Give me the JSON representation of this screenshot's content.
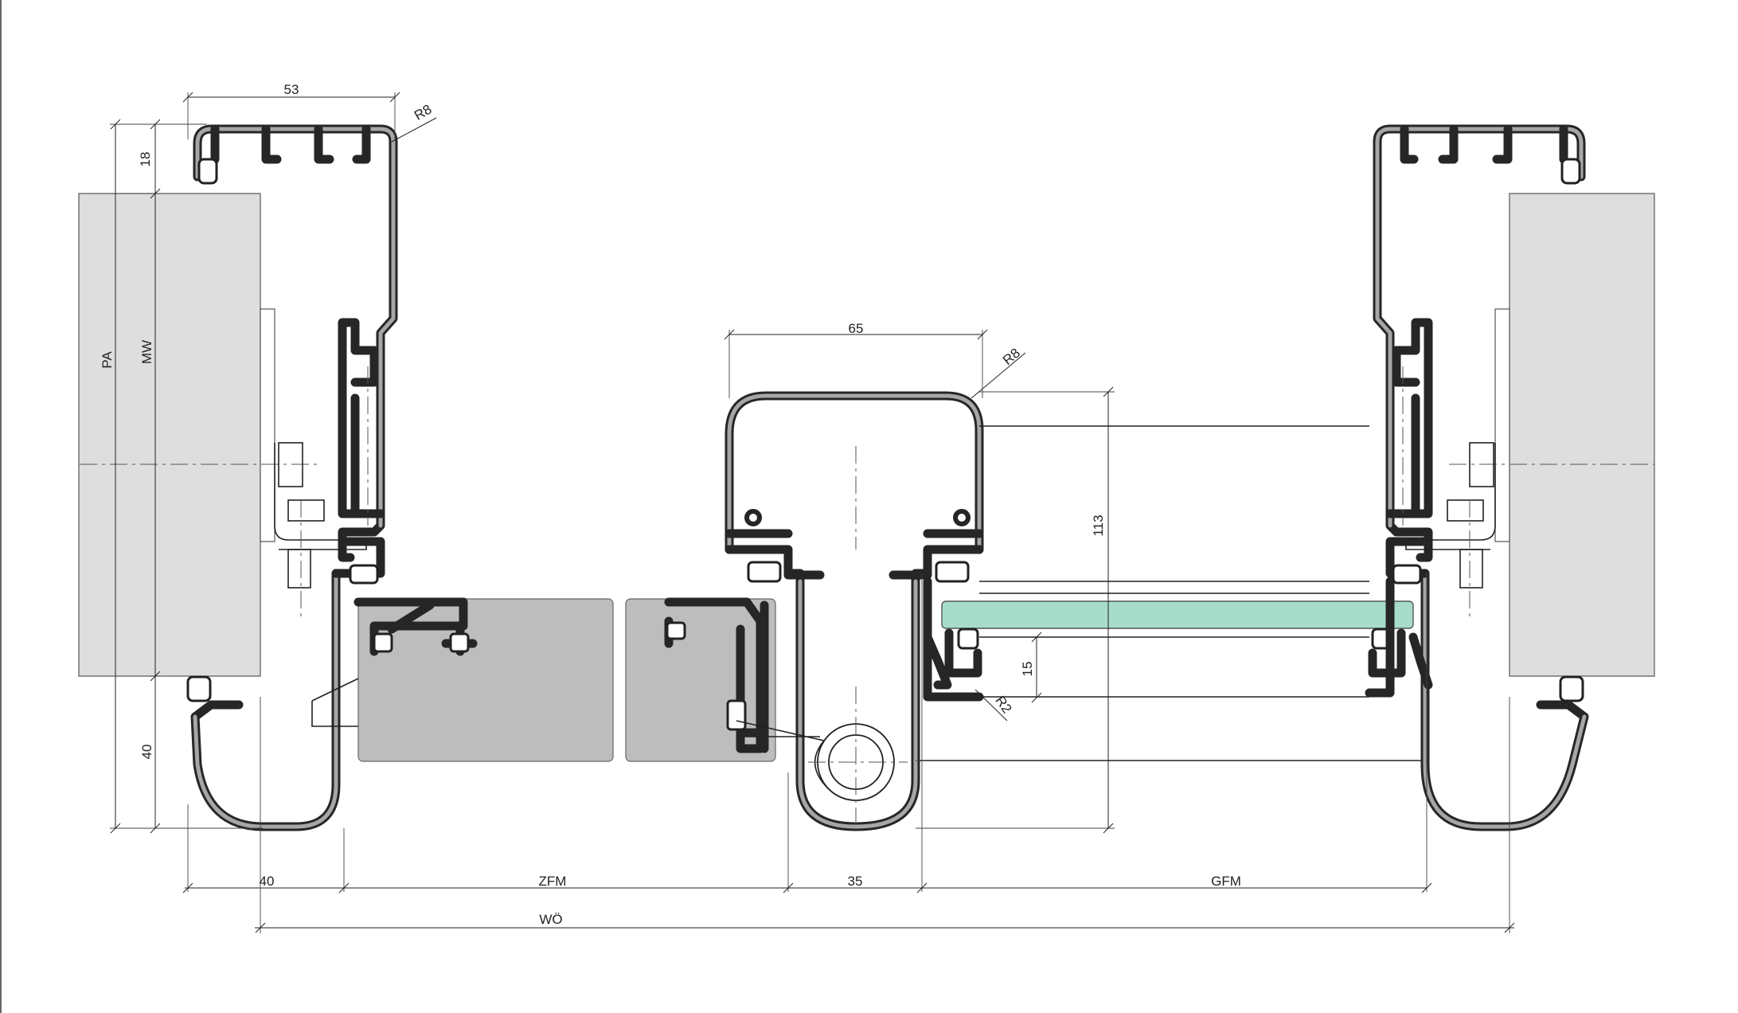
{
  "dimensions": {
    "top_width_left": "53",
    "radius_left": "R8",
    "height_top": "18",
    "pa": "PA",
    "mw": "MW",
    "bottom_height": "40",
    "mid_width": "65",
    "radius_mid": "R8",
    "height_113": "113",
    "depth_15": "15",
    "radius_small": "R2",
    "bottom_40": "40",
    "zfm": "ZFM",
    "bottom_35": "35",
    "gfm": "GFM",
    "wo": "WÖ"
  },
  "colors": {
    "wall": "#dedede",
    "panel": "#bdbdbd",
    "glass": "#a7dccb",
    "profile": "#262626"
  }
}
